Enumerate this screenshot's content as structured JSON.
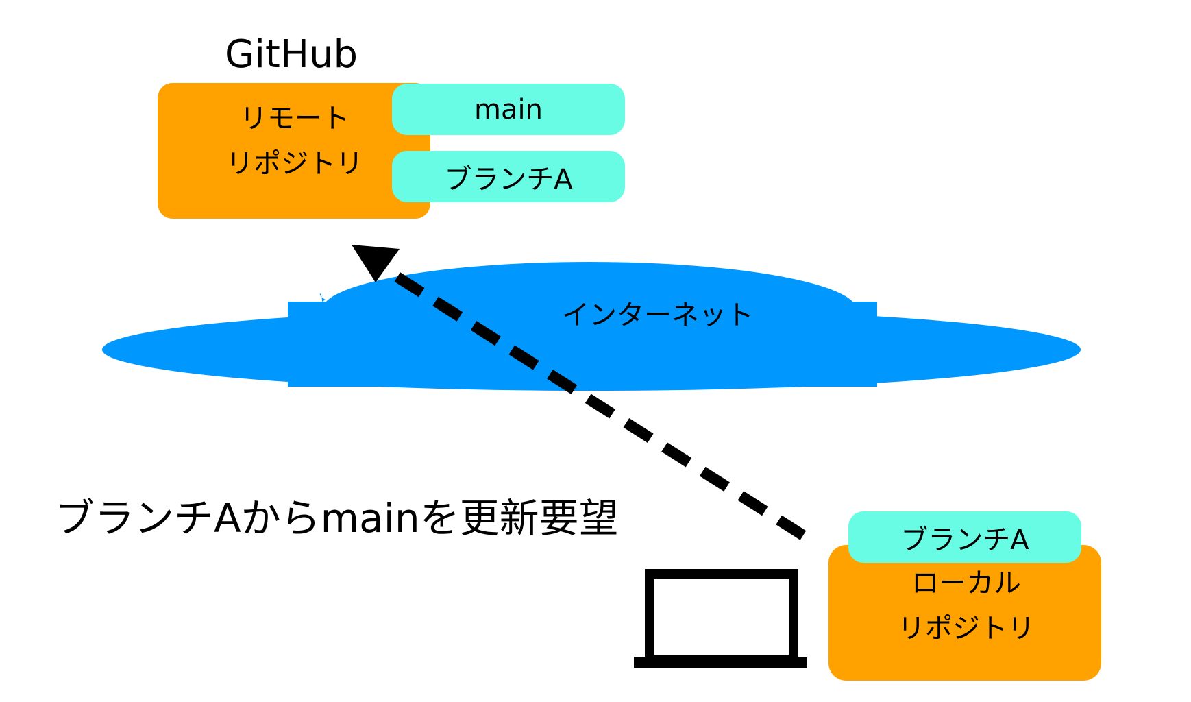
{
  "github": {
    "title": "GitHub",
    "remote_repo_label_line1": "リモート",
    "remote_repo_label_line2": "リポジトリ",
    "branches": [
      "main",
      "ブランチA"
    ]
  },
  "internet": {
    "label": "インターネット"
  },
  "request": {
    "text": "ブランチAからmainを更新要望"
  },
  "local": {
    "branch": "ブランチA",
    "repo_label_line1": "ローカル",
    "repo_label_line2": "リポジトリ"
  },
  "colors": {
    "repo_box": "#FFA200",
    "branch_pill": "#68FCE4",
    "cloud": "#0097FF",
    "arrow": "#000000",
    "laptop": "#000000"
  },
  "icons": {
    "computer": "laptop-icon",
    "network": "cloud-shape",
    "push_direction": "dashed-arrow"
  }
}
